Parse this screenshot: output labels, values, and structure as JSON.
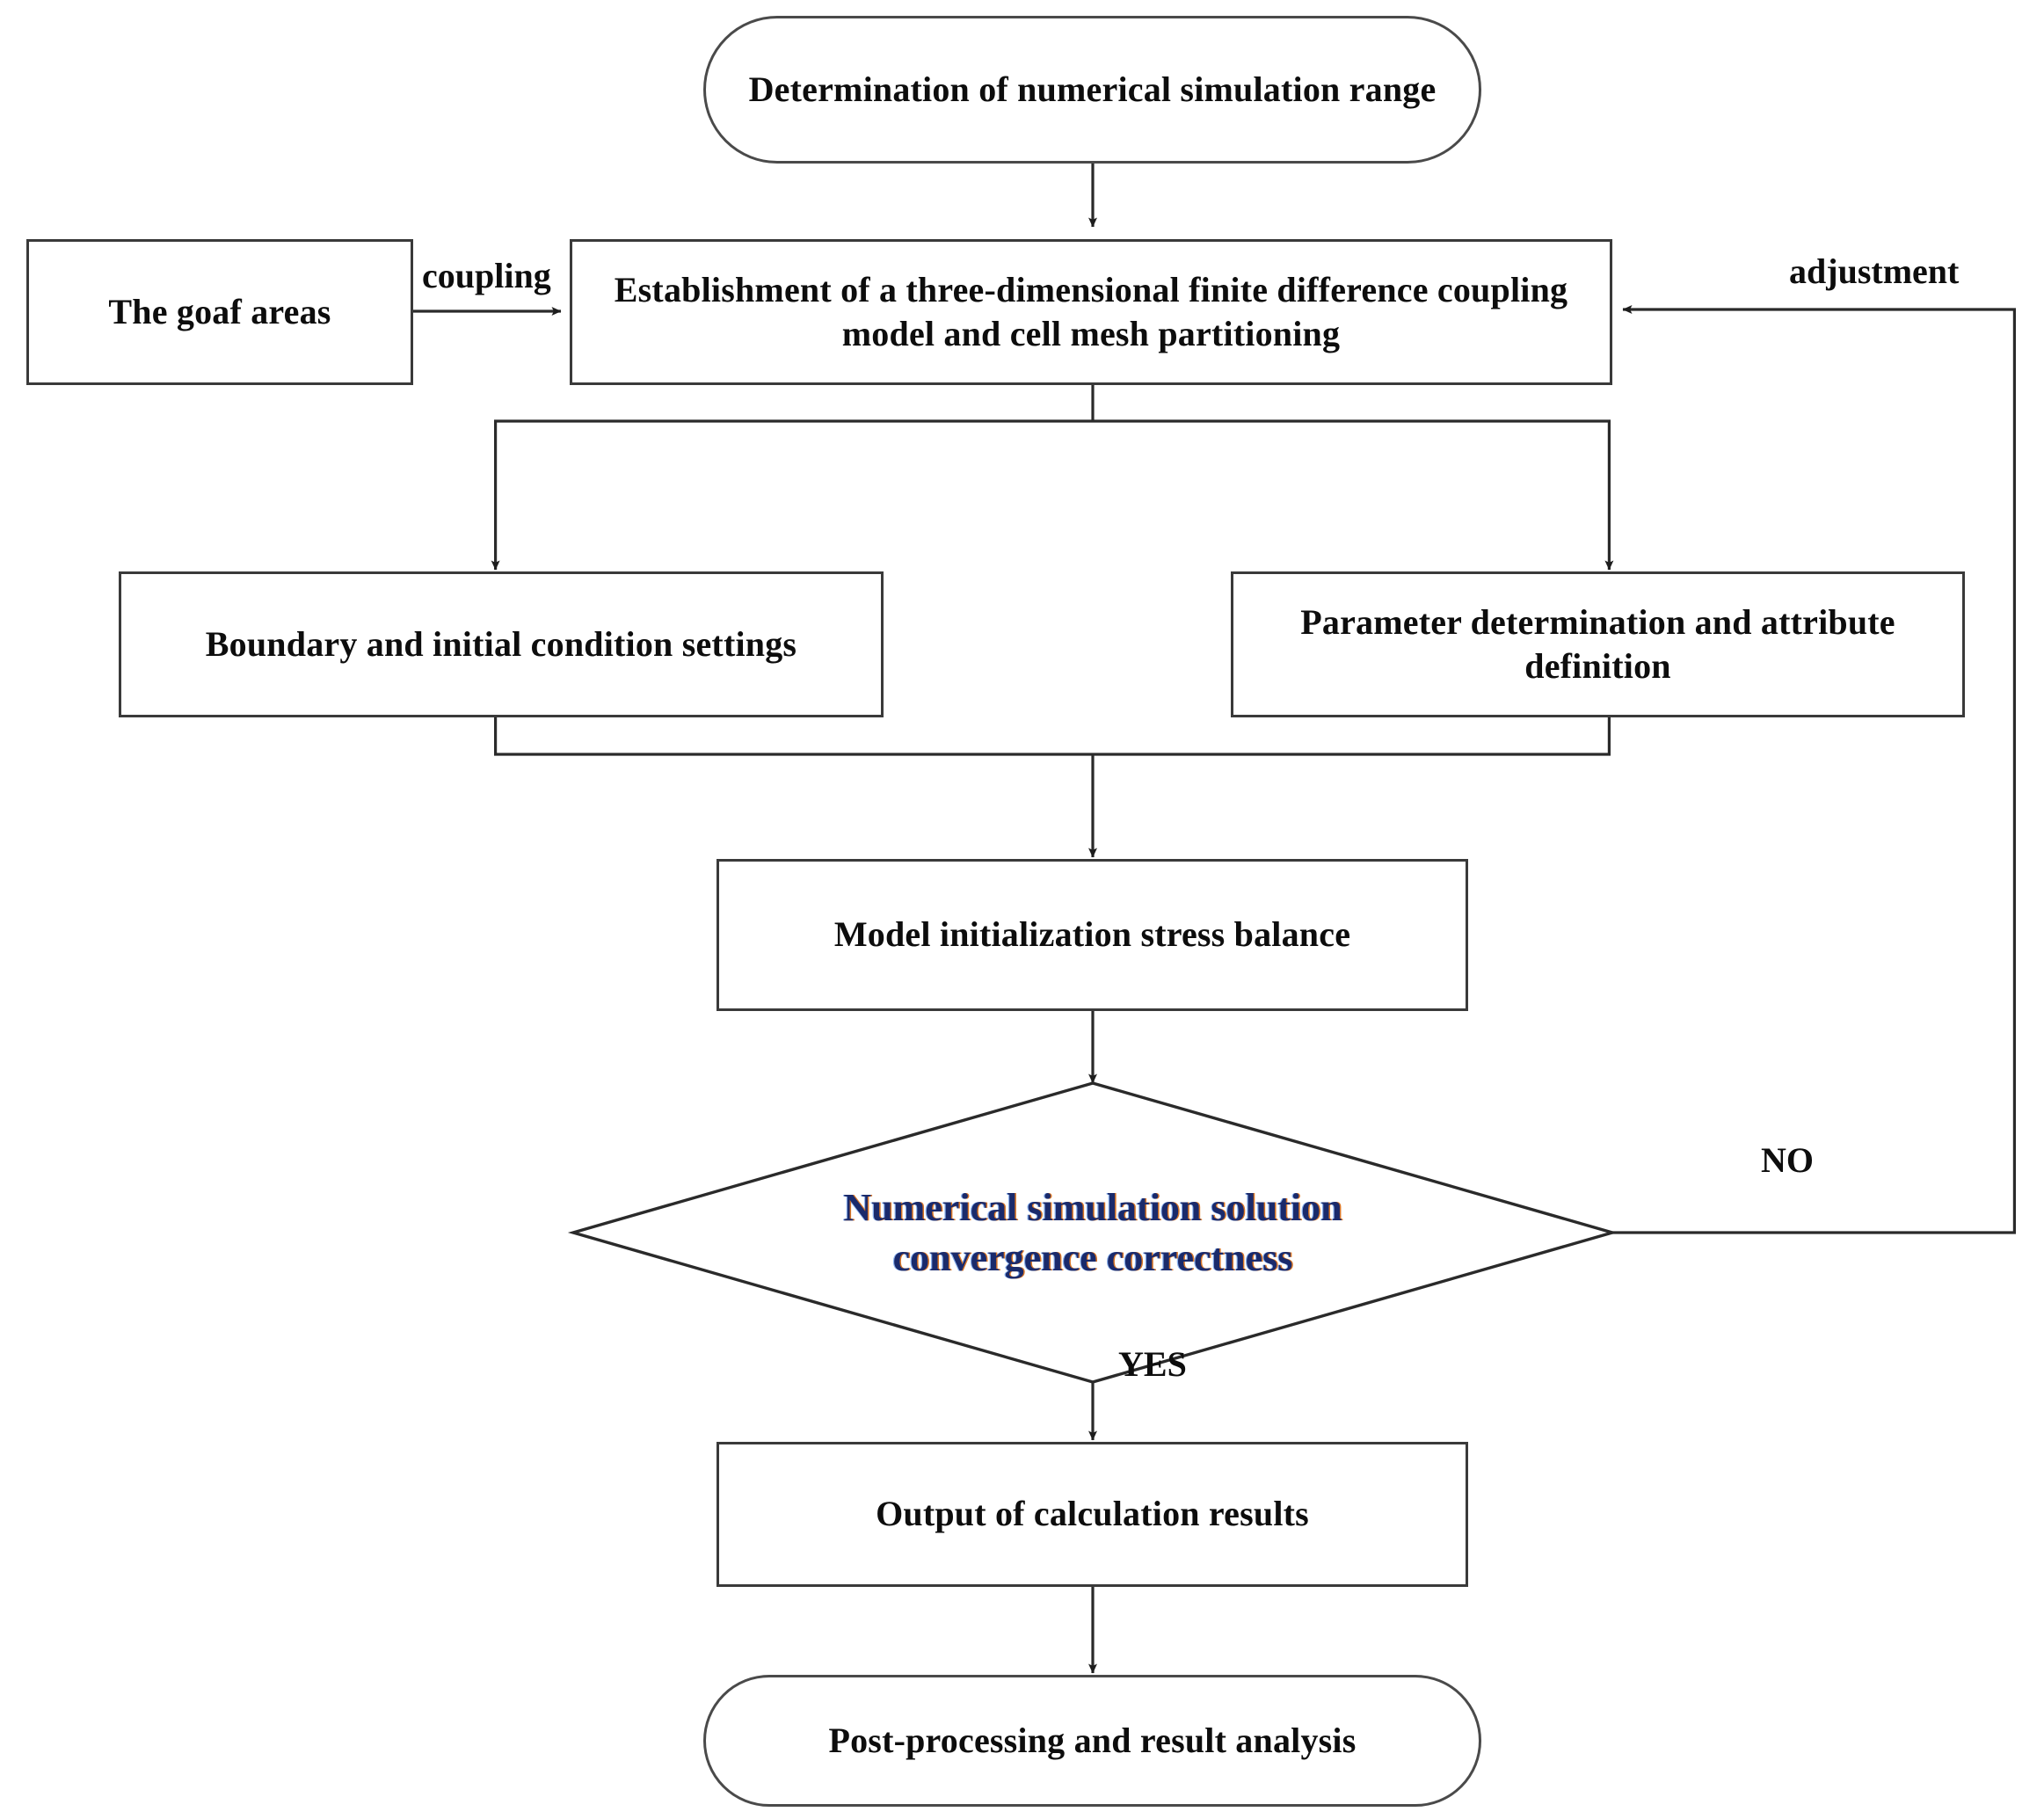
{
  "diagram": {
    "title": "Numerical simulation workflow flowchart",
    "colors": {
      "stroke": "#3a3a3a",
      "text": "#0d0d0d",
      "decision_text": "#1a2a6b",
      "decision_text_fringe": "#d66a14",
      "background": "#ffffff"
    },
    "nodes": [
      {
        "id": "start",
        "shape": "stadium",
        "label": "Determination of numerical simulation range"
      },
      {
        "id": "goaf",
        "shape": "rect",
        "label": "The goaf areas"
      },
      {
        "id": "establishment",
        "shape": "rect",
        "label": "Establishment of a three-dimensional finite difference coupling model and cell mesh partitioning"
      },
      {
        "id": "boundary",
        "shape": "rect",
        "label": "Boundary and initial condition settings"
      },
      {
        "id": "parameter",
        "shape": "rect",
        "label": "Parameter determination and attribute definition"
      },
      {
        "id": "initialization",
        "shape": "rect",
        "label": "Model initialization stress balance"
      },
      {
        "id": "decision",
        "shape": "diamond",
        "label_line1": "Numerical simulation solution",
        "label_line2": "convergence correctness"
      },
      {
        "id": "output",
        "shape": "rect",
        "label": "Output of calculation results"
      },
      {
        "id": "post",
        "shape": "stadium",
        "label": "Post-processing and result analysis"
      }
    ],
    "edge_labels": {
      "coupling": "coupling",
      "adjustment": "adjustment",
      "no": "NO",
      "yes": "YES"
    }
  }
}
